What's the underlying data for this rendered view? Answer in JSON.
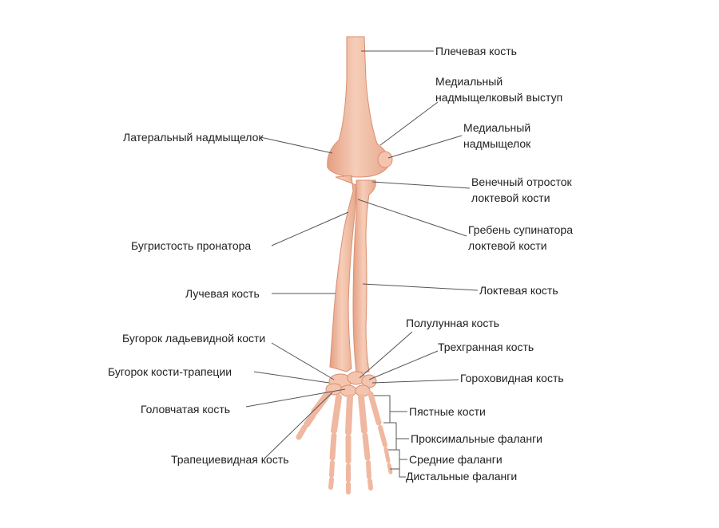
{
  "labels": {
    "humerus": "Плечевая кость",
    "medial_supracondylar_1": "Медиальный",
    "medial_supracondylar_2": "надмыщелковый выступ",
    "lateral_epicondyle": "Латеральный надмыщелок",
    "medial_epicondyle_1": "Медиальный",
    "medial_epicondyle_2": "надмыщелок",
    "coronoid_1": "Венечный отросток",
    "coronoid_2": "локтевой кости",
    "supinator_crest_1": "Гребень супинатора",
    "supinator_crest_2": "локтевой кости",
    "pronator_tuberosity": "Бугристость пронатора",
    "radius": "Лучевая кость",
    "ulna": "Локтевая кость",
    "lunate": "Полулунная кость",
    "scaphoid_tubercle": "Бугорок ладьевидной кости",
    "triquetrum": "Трехгранная кость",
    "trapezium_tubercle": "Бугорок кости-трапеции",
    "pisiform": "Гороховидная кость",
    "capitate": "Головчатая кость",
    "metacarpals": "Пястные кости",
    "proximal_phalanges": "Проксимальные фаланги",
    "trapezoid": "Трапециевидная кость",
    "middle_phalanges": "Средние фаланги",
    "distal_phalanges": "Дистальные фаланги"
  },
  "colors": {
    "bone": "#f0b8a0",
    "bone_shade": "#e29c80",
    "bone_light": "#f8d6c6",
    "leader": "#555555"
  }
}
